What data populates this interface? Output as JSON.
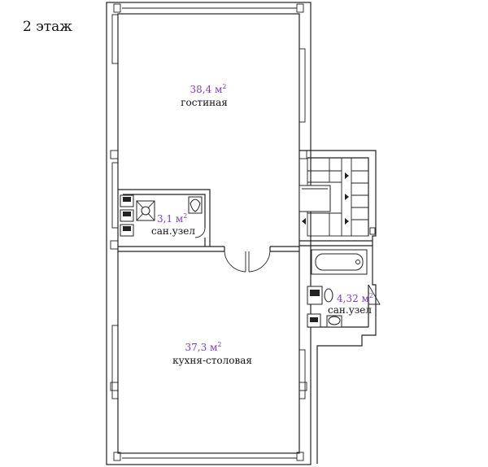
{
  "floor": {
    "label": "2 этаж"
  },
  "rooms": {
    "living": {
      "area": "38,4 м",
      "area_sup": "2",
      "name": "гостиная"
    },
    "kitchen": {
      "area": "37,3 м",
      "area_sup": "2",
      "name": "кухня-столовая"
    },
    "bath1": {
      "area": "3,1 м",
      "area_sup": "2",
      "name": "сан.узел"
    },
    "bath2": {
      "area": "4,32 м",
      "area_sup": "2",
      "name": "сан.узел"
    }
  },
  "colors": {
    "area_text": "#7b3fbf",
    "walls": "#222222"
  }
}
